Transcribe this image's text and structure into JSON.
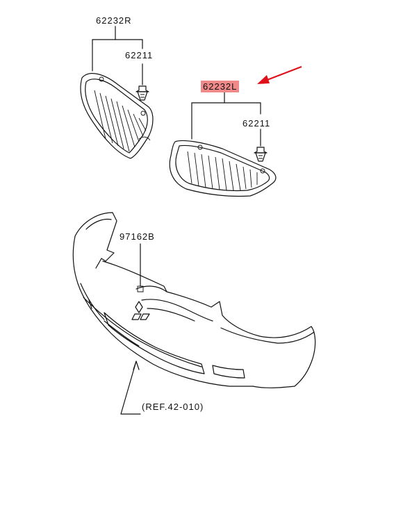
{
  "labels": {
    "grille_right": "62232R",
    "clip_upper": "62211",
    "grille_left": "62232L",
    "clip_lower": "62211",
    "emblem": "97162B",
    "bumper_ref": "(REF.42-010)"
  },
  "colors": {
    "highlight": "#f08a8a",
    "arrow": "#e0101a",
    "line": "#111111"
  },
  "icons": [
    "callout-arrow-icon",
    "clip-icon",
    "emblem-icon"
  ]
}
